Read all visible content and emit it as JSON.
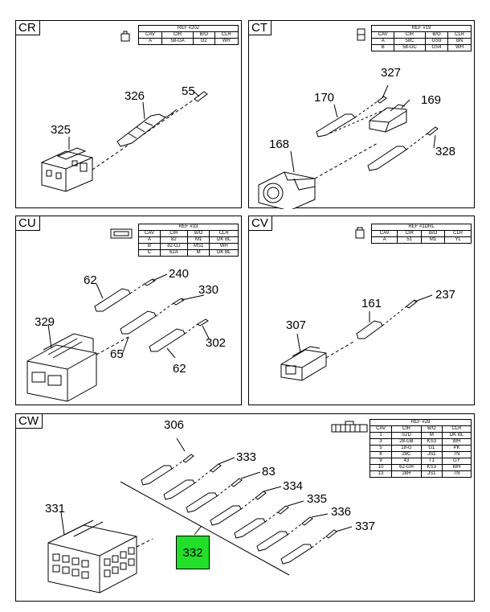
{
  "panels": {
    "cr": {
      "tag": "CR",
      "table": {
        "ref": "REF #202",
        "headers": [
          "CAV",
          "CIR",
          "B/O",
          "CLR"
        ],
        "rows": [
          [
            "A",
            "58-GA",
            "G2",
            "WH"
          ]
        ]
      },
      "callouts": [
        "55",
        "326",
        "325"
      ]
    },
    "ct": {
      "tag": "CT",
      "table": {
        "ref": "REF #19",
        "headers": [
          "CAV",
          "CIR",
          "B/O",
          "CLR"
        ],
        "rows": [
          [
            "A",
            "58C",
            "GS9",
            "BN"
          ],
          [
            "B",
            "58-GC",
            "GS4",
            "WH"
          ]
        ]
      },
      "callouts": [
        "327",
        "170",
        "169",
        "168",
        "328"
      ]
    },
    "cu": {
      "tag": "CU",
      "table": {
        "ref": "REF #33",
        "headers": [
          "CAV",
          "CIR",
          "B/O",
          "CLR"
        ],
        "rows": [
          [
            "A",
            "82",
            "M1",
            "DK BL"
          ],
          [
            "B",
            "82-GJ",
            "MS1",
            "WH"
          ],
          [
            "C",
            "62A",
            "M",
            "DK BL"
          ]
        ]
      },
      "callouts": [
        "240",
        "62",
        "330",
        "329",
        "65",
        "302",
        "62"
      ]
    },
    "cv": {
      "tag": "CV",
      "table": {
        "ref": "REF #1DRL",
        "headers": [
          "CAV",
          "CIR",
          "B/O",
          "CLR"
        ],
        "rows": [
          [
            "A",
            "51",
            "M1",
            "YL"
          ]
        ]
      },
      "callouts": [
        "237",
        "161",
        "307"
      ]
    },
    "cw": {
      "tag": "CW",
      "table": {
        "ref": "REF #28",
        "headers": [
          "CAV",
          "CIR",
          "B/O",
          "CLR"
        ],
        "rows": [
          [
            "1",
            "S2D",
            "M",
            "DK BL"
          ],
          [
            "3",
            "28-GB",
            "KS3",
            "WH"
          ],
          [
            "5",
            "18-G",
            "G1",
            "PK"
          ],
          [
            "8",
            "28C",
            "JS1",
            "TN"
          ],
          [
            "9",
            "43",
            "T1",
            "GY"
          ],
          [
            "10",
            "62-GH",
            "KS3",
            "WH"
          ],
          [
            "13",
            "28H",
            "JS1",
            "TN"
          ]
        ]
      },
      "callouts": [
        "306",
        "333",
        "83",
        "334",
        "335",
        "336",
        "337",
        "331"
      ],
      "highlight": "332",
      "highlight_color": "#22e02a"
    }
  }
}
